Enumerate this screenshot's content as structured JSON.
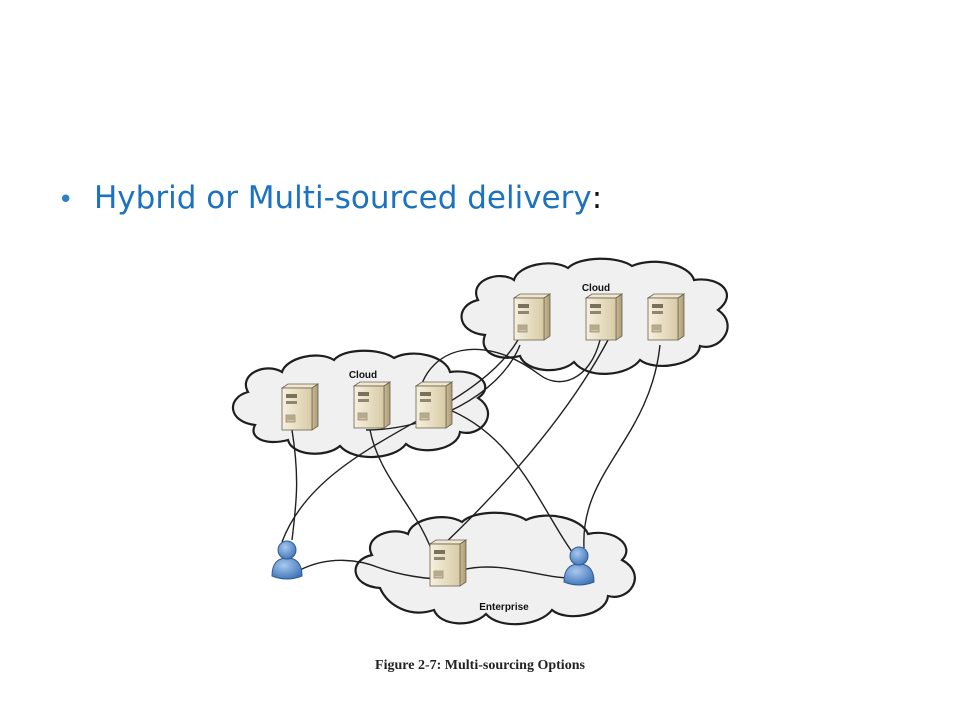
{
  "slide": {
    "bullet_text": "Hybrid or Multi-sourced delivery",
    "bullet_colon": ":"
  },
  "diagram": {
    "cloud_top_right_label": "Cloud",
    "cloud_left_label": "Cloud",
    "enterprise_label": "Enterprise",
    "caption": "Figure 2-7: Multi-sourcing Options"
  },
  "colors": {
    "bullet_text": "#1b72c0",
    "cloud_fill": "#f0f0f0",
    "server_body": "#e6dcc1",
    "user_blue": "#5b8fd0"
  },
  "icons": [
    "server-icon",
    "user-icon",
    "cloud-shape"
  ]
}
